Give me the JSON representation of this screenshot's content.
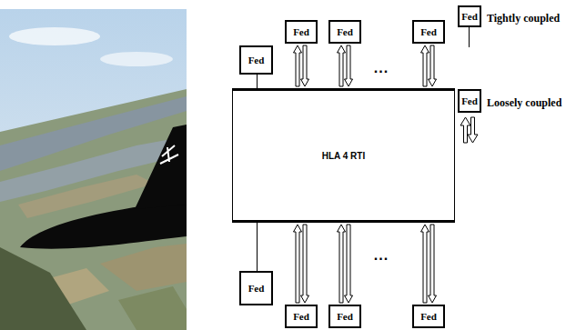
{
  "diagram": {
    "nodes": [
      {
        "text": [
          "Fed"
        ]
      },
      {
        "text": [
          "Fed"
        ]
      },
      {
        "text": [
          "Fed"
        ]
      },
      {
        "text": [
          "Fed"
        ]
      },
      {
        "text": [
          "HLA 4 RTI"
        ]
      },
      {
        "text": [
          "Fed"
        ]
      },
      {
        "text": [
          "Fed"
        ]
      },
      {
        "text": [
          "Fed"
        ]
      },
      {
        "text": [
          "Fed"
        ]
      }
    ],
    "edges": [
      {
        "from": 0,
        "to": 4,
        "arrow": "both"
      },
      {
        "from": 1,
        "to": 4,
        "arrow": "both"
      },
      {
        "from": 2,
        "to": 4,
        "arrow": "both"
      },
      {
        "from": 3,
        "to": 4,
        "arrow": "none"
      },
      {
        "from": 4,
        "to": 5,
        "arrow": "none"
      },
      {
        "from": 4,
        "to": 6,
        "arrow": "both"
      },
      {
        "from": 4,
        "to": 7,
        "arrow": "both"
      },
      {
        "from": 4,
        "to": 8,
        "arrow": "both"
      }
    ],
    "labels": [
      "Fed",
      "...",
      "Fed",
      "..."
    ],
    "legend": [
      {
        "text": "Tightly coupled"
      },
      {
        "text": "Loosely coupled"
      }
    ]
  }
}
